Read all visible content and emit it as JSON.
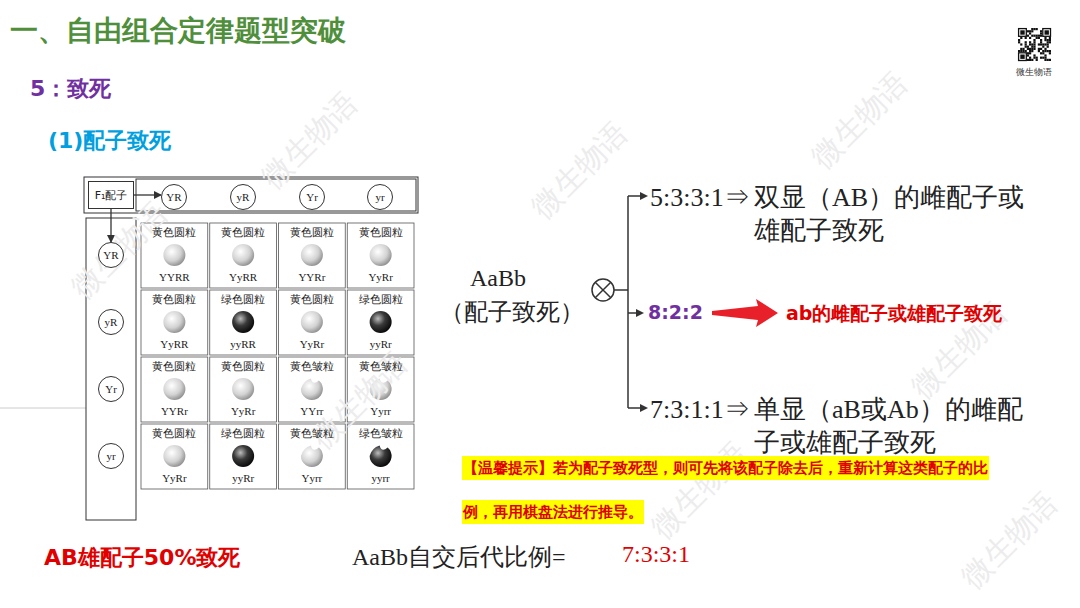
{
  "diagram": {
    "title": "一、自由组合定律题型突破",
    "nodes": [
      {
        "text": [
          "F₁配子"
        ]
      },
      {
        "text": [
          "YR"
        ]
      },
      {
        "text": [
          "yR"
        ]
      },
      {
        "text": [
          "Yr"
        ]
      },
      {
        "text": [
          "yr"
        ]
      },
      {
        "text": [
          "YR"
        ]
      },
      {
        "text": [
          "yR"
        ]
      },
      {
        "text": [
          "Yr"
        ]
      },
      {
        "text": [
          "yr"
        ]
      },
      {
        "text": [
          "【温馨提示】若为配子致死型，则可先将该配子除去后，重新计算这类配子的比例，再用棋盘法进行推导。"
        ]
      }
    ],
    "edges": [
      {
        "from": 0,
        "to": 1,
        "arrow": "to"
      },
      {
        "from": 0,
        "to": 5,
        "arrow": "to"
      }
    ],
    "labels": [
      "5：致死",
      "(1)配子致死",
      "黄色圆粒",
      "YYRR",
      "黄色圆粒",
      "YyRR",
      "黄色圆粒",
      "YYRr",
      "黄色圆粒",
      "YyRr",
      "黄色圆粒",
      "YyRR",
      "绿色圆粒",
      "yyRR",
      "黄色圆粒",
      "YyRr",
      "绿色圆粒",
      "yyRr",
      "黄色圆粒",
      "YYRr",
      "黄色圆粒",
      "YyRr",
      "黄色皱粒",
      "YYrr",
      "黄色皱粒",
      "Yyrr",
      "黄色圆粒",
      "YyRr",
      "绿色圆粒",
      "yyRr",
      "黄色皱粒",
      "Yyrr",
      "绿色皱粒",
      "yyrr",
      "AaBb",
      "（配子致死）",
      "5:3:3:1⇒",
      "双显（AB）的雌配子或雄配子致死",
      "8:2:2",
      "ab的雌配子或雄配子致死",
      "7:3:1:1⇒",
      "单显（aB或Ab）的雌配子或雄配子致死",
      "AB雄配子50%致死",
      "AaBb自交后代比例=",
      "7:3:3:1",
      "微生物语",
      "微生物语",
      "微生物语",
      "微生物语",
      "微生物语",
      "微生物语",
      "微生物语",
      "微生物语",
      "微生物语"
    ]
  }
}
